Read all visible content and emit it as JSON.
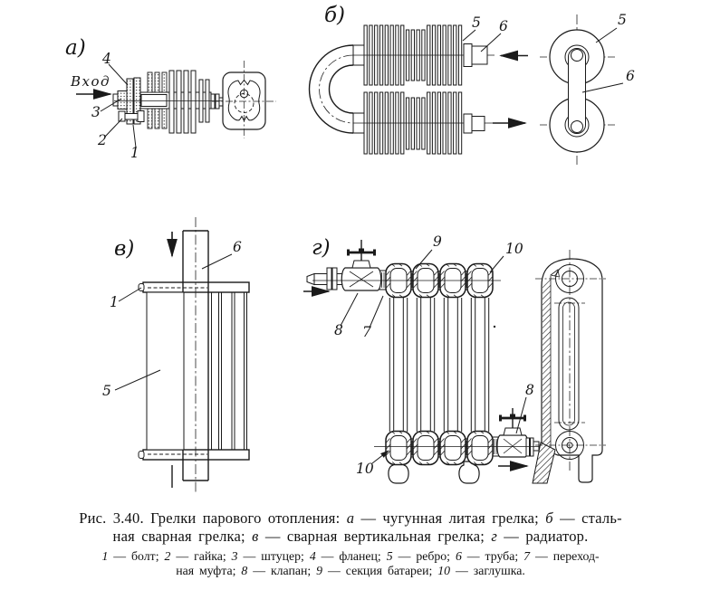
{
  "colors": {
    "ink": "#1a1a1a",
    "paper": "#ffffff"
  },
  "figures": {
    "a": {
      "label": "а)",
      "inlet": "Вход",
      "callouts": {
        "n1": "1",
        "n2": "2",
        "n3": "3",
        "n4": "4"
      }
    },
    "b": {
      "label": "б)",
      "callouts": {
        "fin": "5",
        "pipe": "6",
        "fin_end": "5",
        "pipe_end": "6"
      }
    },
    "v": {
      "label": "в)",
      "callouts": {
        "bolt": "1",
        "fin": "5",
        "pipe": "6"
      }
    },
    "g": {
      "label": "г)",
      "callouts": {
        "valve_in": "8",
        "coupling": "7",
        "section": "9",
        "plug_top": "10",
        "plug_bottom": "10",
        "valve_out": "8"
      }
    }
  },
  "caption": {
    "line1": [
      {
        "t": "Рис. 3.40. Грелки парового отопления: "
      },
      {
        "t": "а"
      },
      {
        "t": " — чугунная литая грелка; "
      },
      {
        "t": "б"
      },
      {
        "t": " — сталь-"
      }
    ],
    "line2": [
      {
        "t": "ная сварная грелка; "
      },
      {
        "t": "в"
      },
      {
        "t": " — сварная вертикальная грелка; "
      },
      {
        "t": "г"
      },
      {
        "t": " — радиатор."
      }
    ],
    "legend1": [
      {
        "t": "1"
      },
      {
        "t": " — болт; "
      },
      {
        "t": "2"
      },
      {
        "t": " — гайка; "
      },
      {
        "t": "3"
      },
      {
        "t": " — штуцер; "
      },
      {
        "t": "4"
      },
      {
        "t": " — фланец; "
      },
      {
        "t": "5"
      },
      {
        "t": " — ребро; "
      },
      {
        "t": "6"
      },
      {
        "t": " — труба; "
      },
      {
        "t": "7"
      },
      {
        "t": " — переход-"
      }
    ],
    "legend2": [
      {
        "t": "ная муфта; "
      },
      {
        "t": "8"
      },
      {
        "t": " — клапан; "
      },
      {
        "t": "9"
      },
      {
        "t": " — секция батареи; "
      },
      {
        "t": "10"
      },
      {
        "t": " — заглушка."
      }
    ]
  }
}
